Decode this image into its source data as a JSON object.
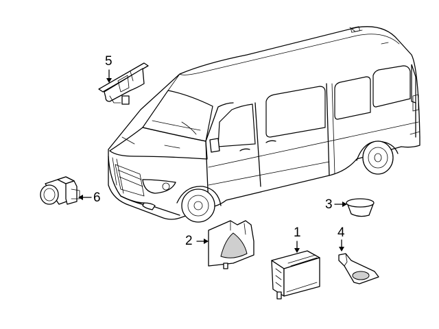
{
  "callouts": [
    {
      "label": "1",
      "part": "control-module"
    },
    {
      "label": "2",
      "part": "bracket"
    },
    {
      "label": "3",
      "part": "sensor-cap"
    },
    {
      "label": "4",
      "part": "mounting-bracket"
    },
    {
      "label": "5",
      "part": "rain-sensor"
    },
    {
      "label": "6",
      "part": "parking-sensor"
    }
  ]
}
